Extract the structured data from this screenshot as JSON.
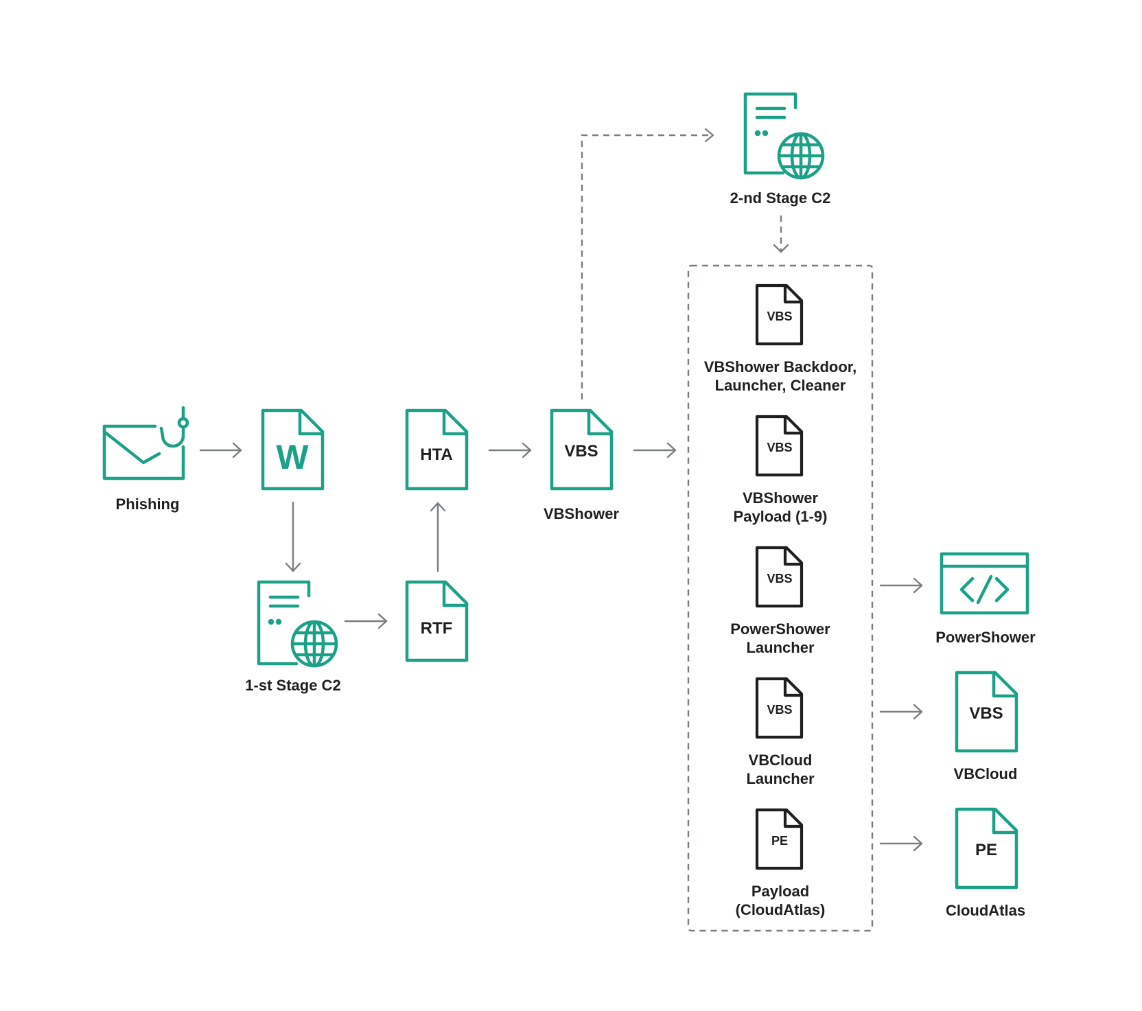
{
  "colors": {
    "accent": "#1aa187",
    "dark": "#1f1f1f",
    "connector": "#7a7e82"
  },
  "nodes": {
    "phishing": {
      "label": "Phishing",
      "icon": "phishing-email-icon"
    },
    "word": {
      "badge": "W",
      "icon": "word-document-icon"
    },
    "c2_first": {
      "label": "1-st Stage C2",
      "icon": "server-globe-icon"
    },
    "rtf": {
      "badge": "RTF",
      "icon": "document-icon"
    },
    "hta": {
      "badge": "HTA",
      "icon": "document-icon"
    },
    "vbshower": {
      "badge": "VBS",
      "label": "VBShower",
      "icon": "document-icon"
    },
    "c2_second": {
      "label": "2-nd Stage C2",
      "icon": "server-globe-icon"
    },
    "group_items": [
      {
        "badge": "VBS",
        "line1": "VBShower Backdoor,",
        "line2": "Launcher, Cleaner"
      },
      {
        "badge": "VBS",
        "line1": "VBShower",
        "line2": "Payload (1-9)"
      },
      {
        "badge": "VBS",
        "line1": "PowerShower",
        "line2": "Launcher"
      },
      {
        "badge": "VBS",
        "line1": "VBCloud",
        "line2": "Launcher"
      },
      {
        "badge": "PE",
        "line1": "Payload",
        "line2": "(CloudAtlas)"
      }
    ],
    "powershower": {
      "label": "PowerShower",
      "icon": "code-window-icon"
    },
    "vbcloud": {
      "badge": "VBS",
      "label": "VBCloud",
      "icon": "document-icon"
    },
    "cloudatlas": {
      "badge": "PE",
      "label": "CloudAtlas",
      "icon": "document-icon"
    }
  }
}
